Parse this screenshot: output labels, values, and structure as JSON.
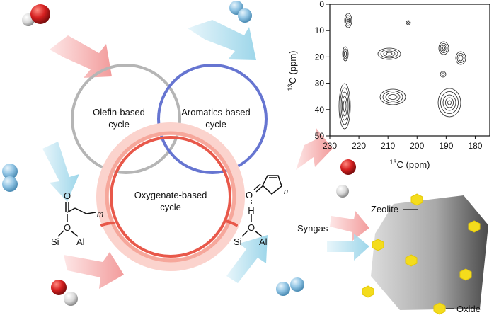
{
  "cycles": {
    "olefin": {
      "line1": "Olefin-based",
      "line2": "cycle"
    },
    "aromatics": {
      "line1": "Aromatics-based",
      "line2": "cycle"
    },
    "oxygenate": {
      "line1": "Oxygenate-based",
      "line2": "cycle"
    }
  },
  "left_species": {
    "o": "O",
    "o2": "O",
    "si": "Si",
    "al": "Al",
    "m": "m"
  },
  "right_species": {
    "o_top": "O",
    "h": "H",
    "o": "O",
    "si": "Si",
    "al": "Al",
    "n": "n"
  },
  "catalyst": {
    "syngas": "Syngas",
    "zeolite": "Zeolite",
    "oxide": "Oxide"
  },
  "nmr": {
    "xlabel_sup": "13",
    "xlabel": "C (ppm)",
    "ylabel_sup": "13",
    "ylabel": "C (ppm)",
    "x_ticks": [
      "230",
      "220",
      "210",
      "200",
      "190",
      "180"
    ],
    "y_ticks": [
      "0",
      "10",
      "20",
      "30",
      "40",
      "50"
    ]
  },
  "colors": {
    "olefin": "#b5b5b5",
    "aromatics": "#6675d1",
    "oxygenate": "#e8584a",
    "water_o": "#d41f1f",
    "h2": "#8fc3e3",
    "oxide": "#f4dc1c",
    "arrow_red": "#f3a2a2",
    "arrow_blue": "#a9d9ea"
  }
}
